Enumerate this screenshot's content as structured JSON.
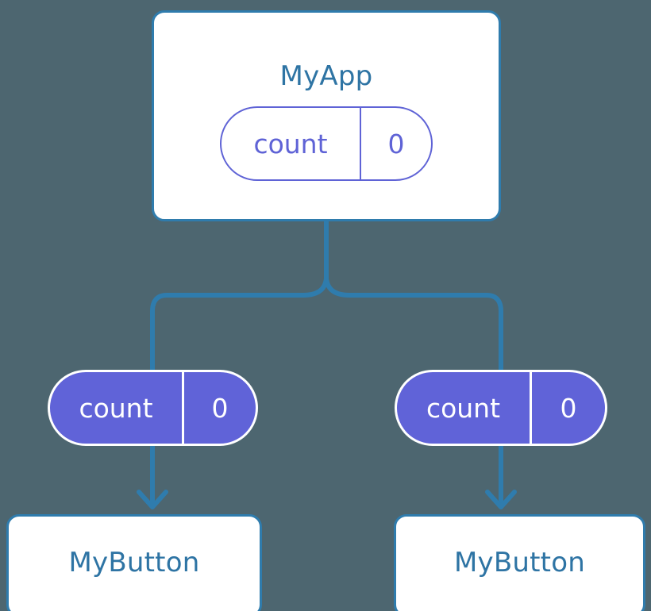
{
  "diagram": {
    "title": "MyApp",
    "background_color": "#4d6670",
    "accent_blue": "#2f7cad",
    "text_blue": "#2e74a4",
    "purple": "#6063d8",
    "white": "#ffffff",
    "root": {
      "label": "MyApp",
      "state_pill": {
        "key": "count",
        "value": "0"
      }
    },
    "branches": [
      {
        "pill": {
          "key": "count",
          "value": "0"
        },
        "child": {
          "label": "MyButton"
        }
      },
      {
        "pill": {
          "key": "count",
          "value": "0"
        },
        "child": {
          "label": "MyButton"
        }
      }
    ]
  }
}
